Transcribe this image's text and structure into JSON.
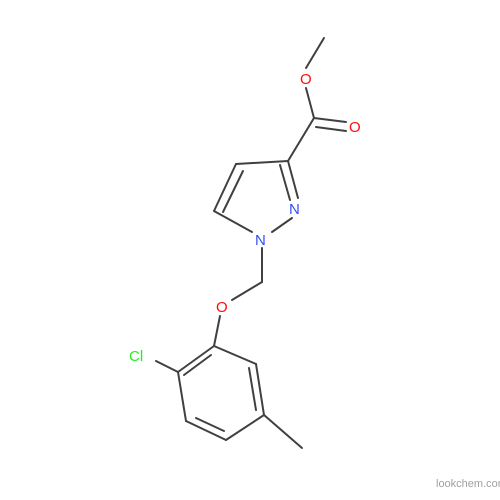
{
  "molecule": {
    "atoms": {
      "o_ether": "O",
      "o_carbonyl": "O",
      "n1": "N",
      "n2": "N",
      "o_linker": "O",
      "cl": "Cl"
    },
    "colors": {
      "bond": "#404040",
      "oxygen": "#ff0d0d",
      "nitrogen": "#3050f8",
      "chlorine": "#1ff01f"
    }
  },
  "watermark": "lookchem.com"
}
